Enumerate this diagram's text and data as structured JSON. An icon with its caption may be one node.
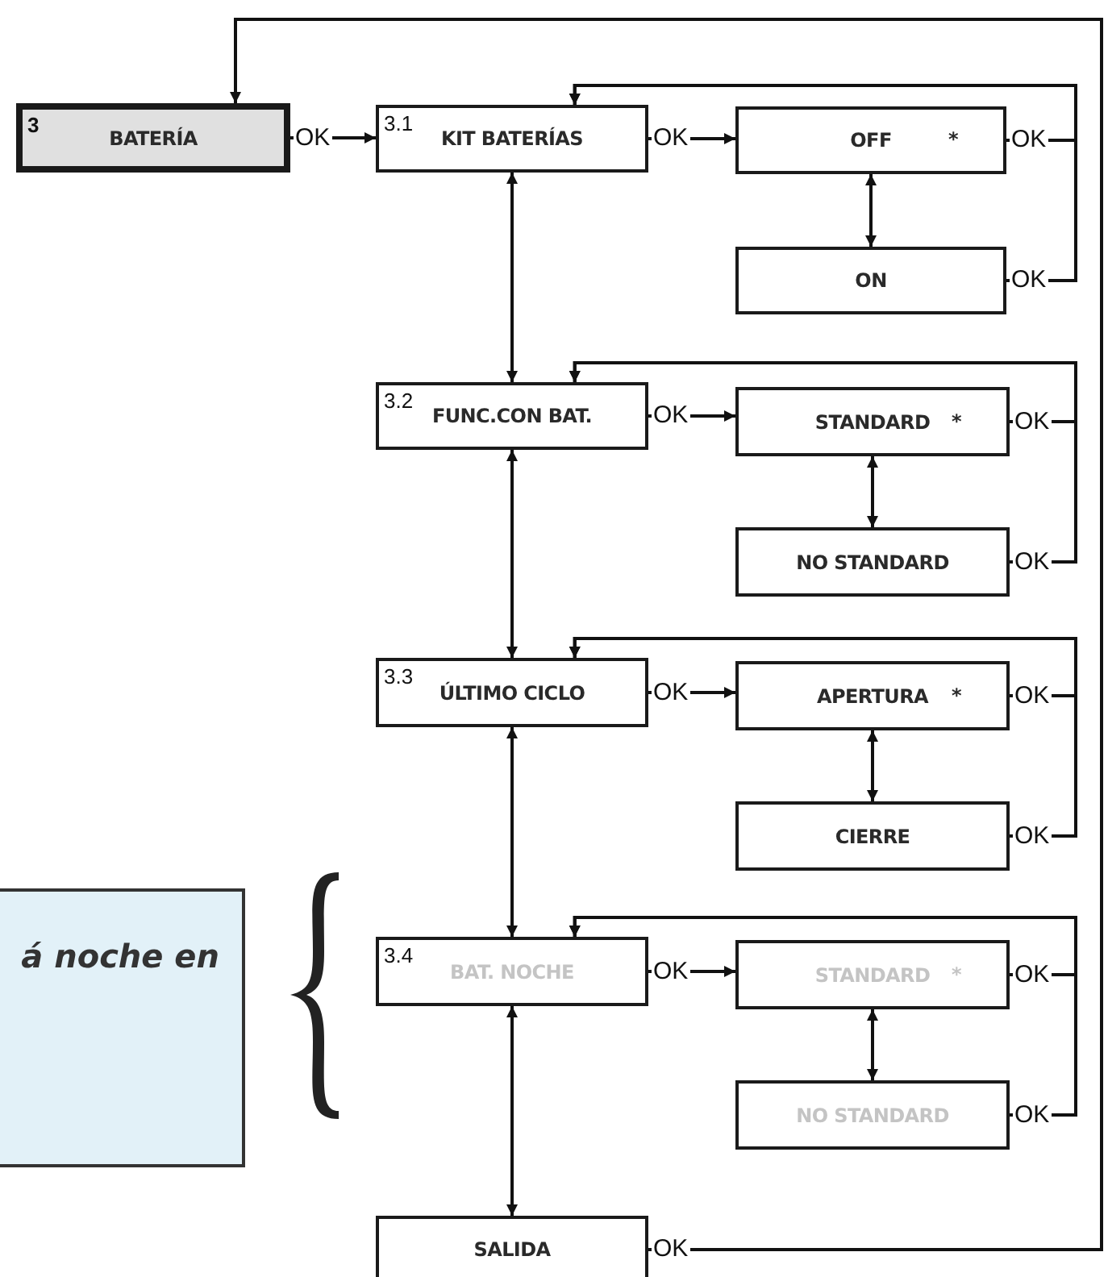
{
  "diagram": {
    "nodes": [
      {
        "text": [
          "3",
          "BATERÍA"
        ]
      },
      {
        "text": [
          "3.1",
          "KIT BATERÍAS"
        ]
      },
      {
        "text": [
          "OFF",
          "*"
        ]
      },
      {
        "text": [
          "ON"
        ]
      },
      {
        "text": [
          "3.2",
          "FUNC.CON BAT."
        ]
      },
      {
        "text": [
          "STANDARD",
          "*"
        ]
      },
      {
        "text": [
          "NO STANDARD"
        ]
      },
      {
        "text": [
          "3.3",
          "ÚLTIMO CICLO"
        ]
      },
      {
        "text": [
          "APERTURA",
          "*"
        ]
      },
      {
        "text": [
          "CIERRE"
        ]
      },
      {
        "text": [
          "3.4",
          "BAT. NOCHE"
        ]
      },
      {
        "text": [
          "STANDARD",
          "*"
        ]
      },
      {
        "text": [
          "NO STANDARD"
        ]
      },
      {
        "text": [
          "SALIDA"
        ]
      },
      {
        "text": [
          "á noche en"
        ]
      },
      {
        "text": [],
        "shape": "brace"
      }
    ],
    "edges": [
      {
        "from": 0,
        "to": 1,
        "arrow": "to",
        "label": "OK"
      },
      {
        "from": 1,
        "to": 2,
        "arrow": "to",
        "label": "OK"
      },
      {
        "from": 2,
        "to": 3,
        "arrow": "both"
      },
      {
        "from": 2,
        "to": 1,
        "arrow": "to",
        "label": "OK"
      },
      {
        "from": 3,
        "to": 1,
        "arrow": "to",
        "label": "OK"
      },
      {
        "from": 1,
        "to": 4,
        "arrow": "both"
      },
      {
        "from": 4,
        "to": 5,
        "arrow": "to",
        "label": "OK"
      },
      {
        "from": 5,
        "to": 6,
        "arrow": "both"
      },
      {
        "from": 5,
        "to": 4,
        "arrow": "to",
        "label": "OK"
      },
      {
        "from": 6,
        "to": 4,
        "arrow": "to",
        "label": "OK"
      },
      {
        "from": 4,
        "to": 7,
        "arrow": "both"
      },
      {
        "from": 7,
        "to": 8,
        "arrow": "to",
        "label": "OK"
      },
      {
        "from": 8,
        "to": 9,
        "arrow": "both"
      },
      {
        "from": 8,
        "to": 7,
        "arrow": "to",
        "label": "OK"
      },
      {
        "from": 9,
        "to": 7,
        "arrow": "to",
        "label": "OK"
      },
      {
        "from": 7,
        "to": 10,
        "arrow": "both"
      },
      {
        "from": 10,
        "to": 11,
        "arrow": "to",
        "label": "OK"
      },
      {
        "from": 11,
        "to": 12,
        "arrow": "both"
      },
      {
        "from": 11,
        "to": 10,
        "arrow": "to",
        "label": "OK"
      },
      {
        "from": 12,
        "to": 10,
        "arrow": "to",
        "label": "OK"
      },
      {
        "from": 10,
        "to": 13,
        "arrow": "both"
      },
      {
        "from": 13,
        "to": 0,
        "arrow": "to",
        "label": "OK"
      }
    ]
  }
}
